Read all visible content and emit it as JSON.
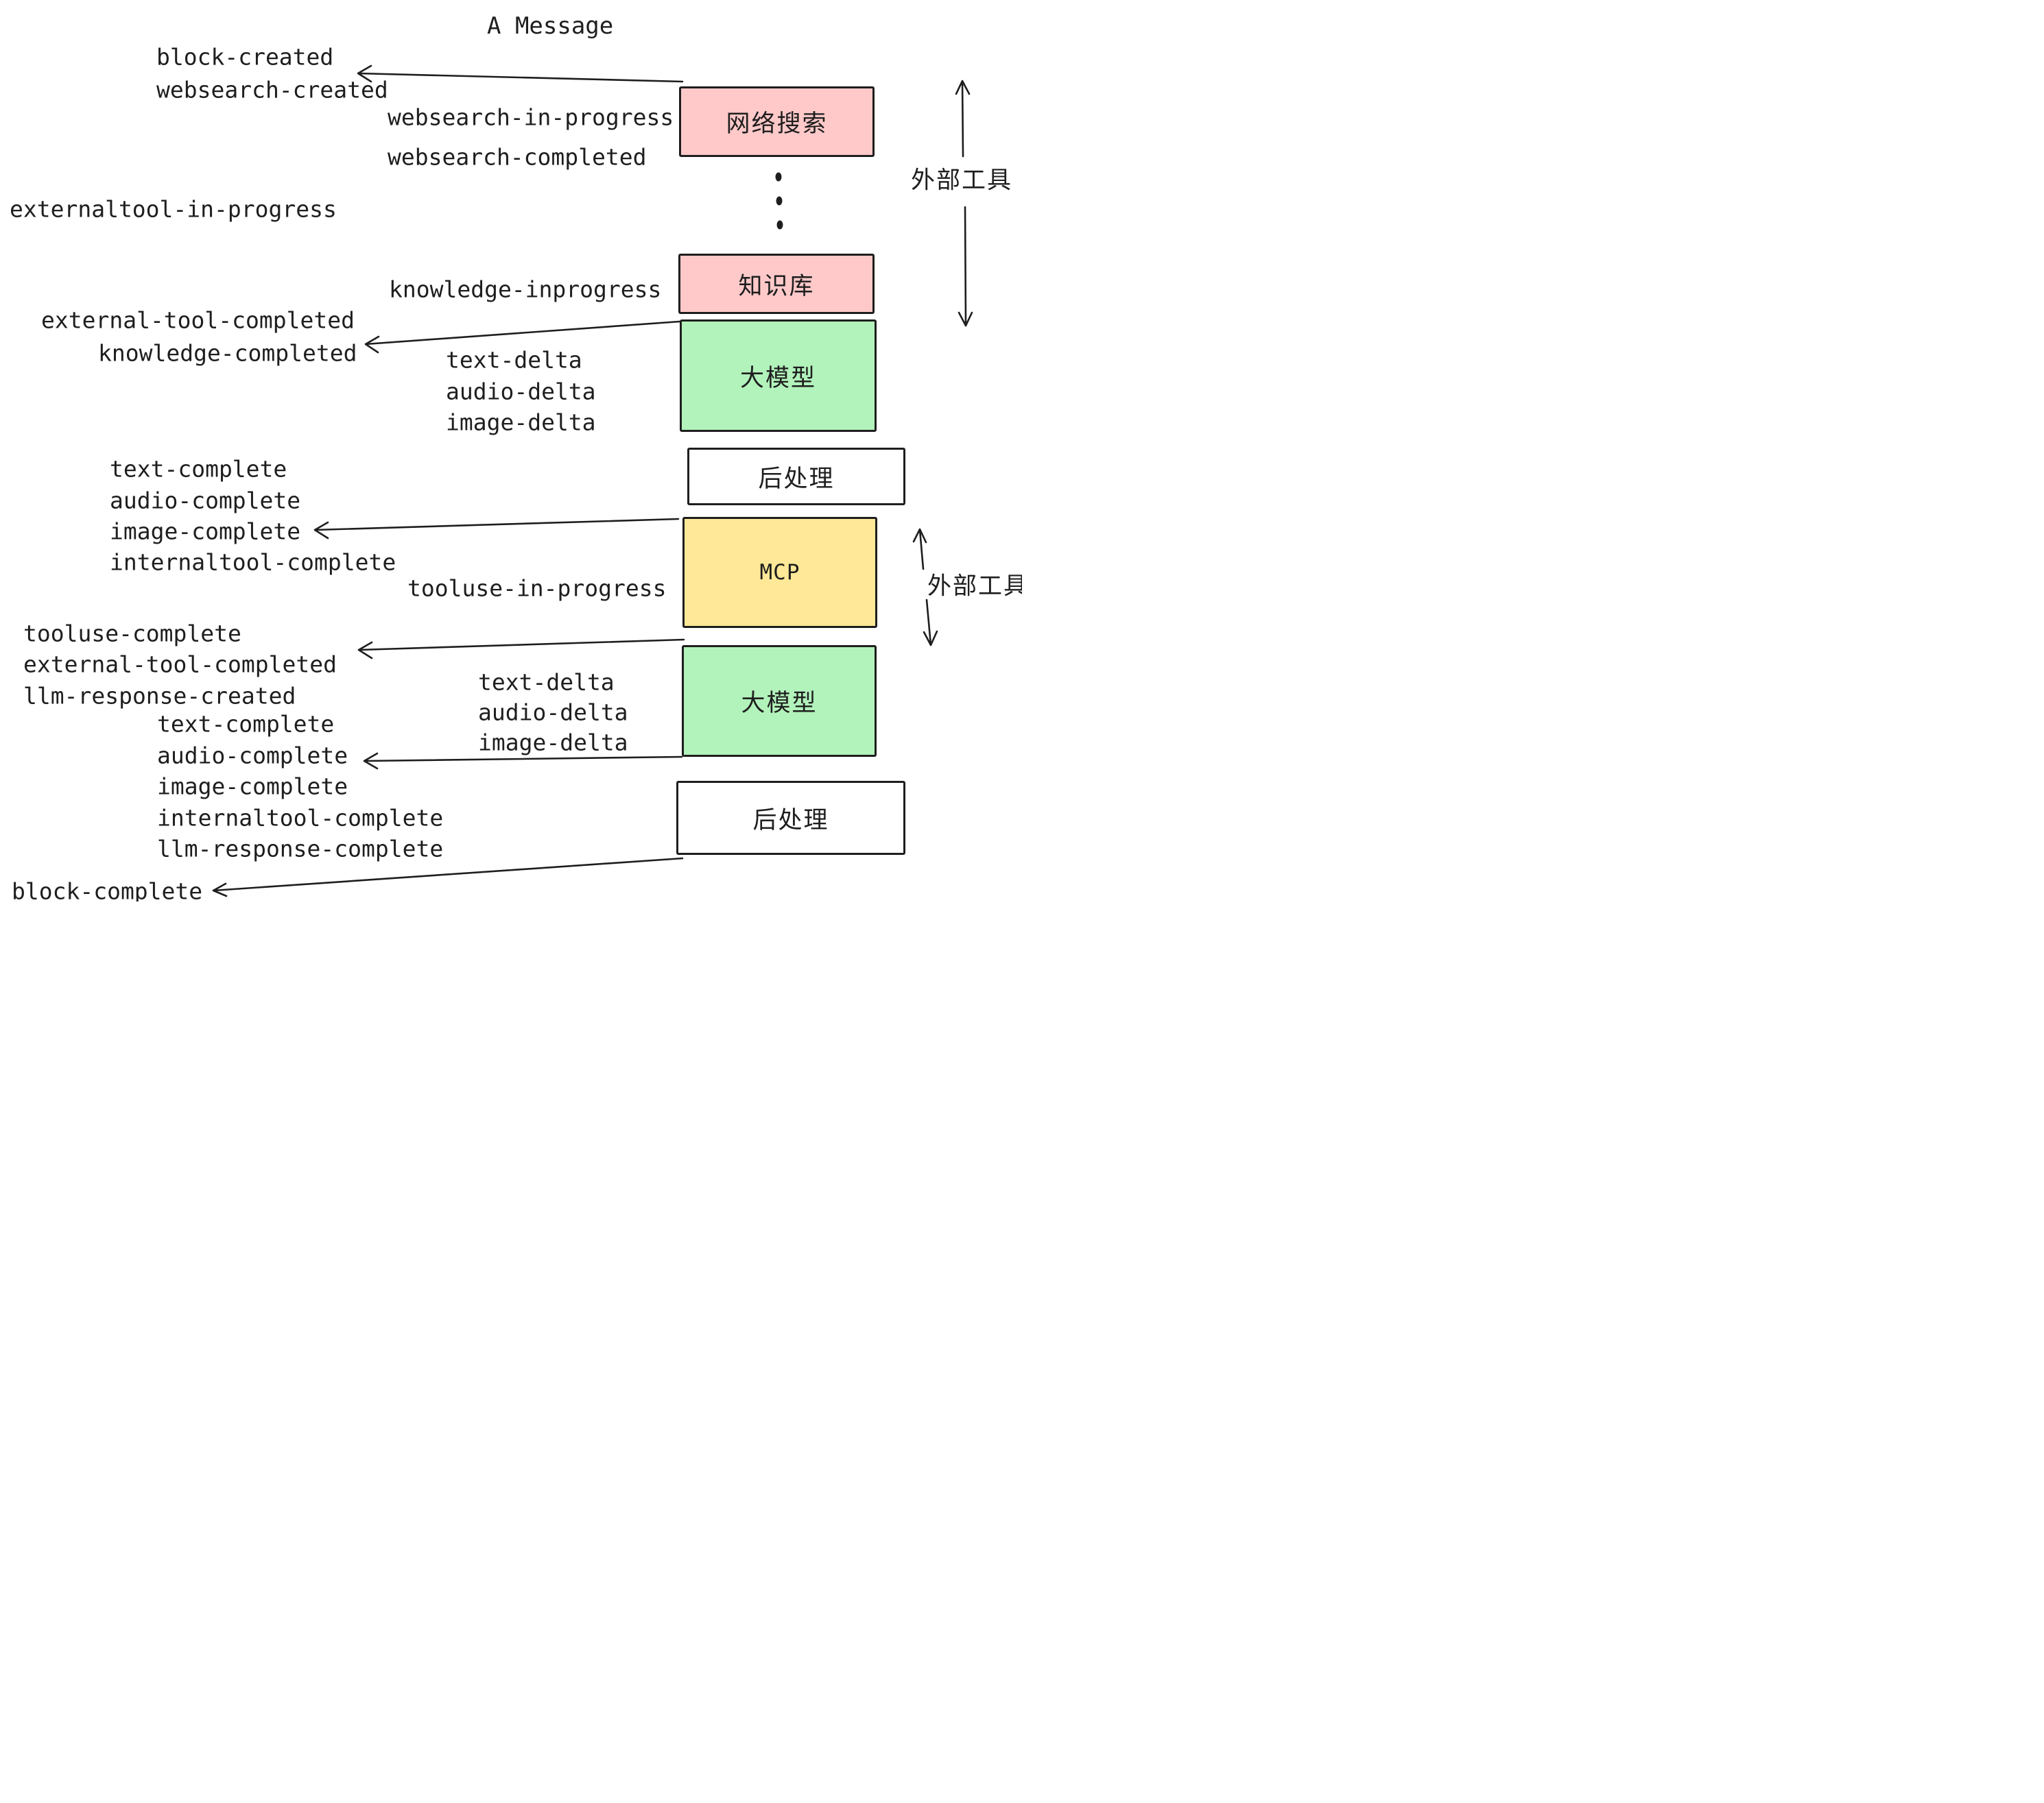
{
  "title": "A Message",
  "boxes": {
    "websearch": {
      "label": "网络搜索",
      "color": "#ffc9c9"
    },
    "knowledge": {
      "label": "知识库",
      "color": "#ffc9c9"
    },
    "llm1": {
      "label": "大模型",
      "color": "#b2f2bb"
    },
    "postprocess1": {
      "label": "后处理",
      "color": "#ffffff"
    },
    "mcp": {
      "label": "MCP",
      "color": "#ffe897"
    },
    "llm2": {
      "label": "大模型",
      "color": "#b2f2bb"
    },
    "postprocess2": {
      "label": "后处理",
      "color": "#ffffff"
    }
  },
  "annotations": {
    "external_tools_top": "外部工具",
    "external_tools_bottom": "外部工具"
  },
  "events": {
    "block_created": "block-created",
    "websearch_created": "websearch-created",
    "websearch_in_progress": "websearch-in-progress",
    "websearch_completed": "websearch-completed",
    "externaltool_in_progress": "externaltool-in-progress",
    "knowledge_inprogress": "knowledge-inprogress",
    "external_tool_completed_1": "external-tool-completed",
    "knowledge_completed": "knowledge-completed",
    "text_delta_1": "text-delta",
    "audio_delta_1": "audio-delta",
    "image_delta_1": "image-delta",
    "text_complete_1": "text-complete",
    "audio_complete_1": "audio-complete",
    "image_complete_1": "image-complete",
    "internaltool_complete_1": "internaltool-complete",
    "tooluse_in_progress": "tooluse-in-progress",
    "tooluse_complete": "tooluse-complete",
    "external_tool_completed_2": "external-tool-completed",
    "llm_response_created": "llm-response-created",
    "text_complete_2": "text-complete",
    "audio_complete_2": "audio-complete",
    "image_complete_2": "image-complete",
    "internaltool_complete_2": "internaltool-complete",
    "llm_response_complete": "llm-response-complete",
    "text_delta_2": "text-delta",
    "audio_delta_2": "audio-delta",
    "image_delta_2": "image-delta",
    "block_complete": "block-complete"
  },
  "colors": {
    "pink": "#ffc9c9",
    "green": "#b2f2bb",
    "yellow": "#ffe897",
    "stroke": "#1e1e1e",
    "background": "#ffffff"
  }
}
